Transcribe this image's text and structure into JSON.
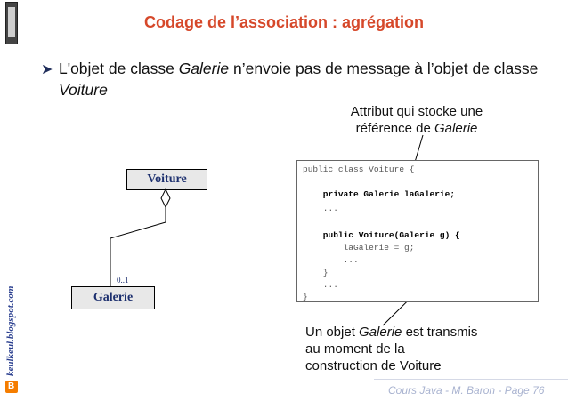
{
  "title": "Codage de l’association : agrégation",
  "sidebar": {
    "badge_icon": "cc-license-icon",
    "blog_text": "keulkeul.blogspot.com",
    "blog_icon": "blogger-icon"
  },
  "bullet": {
    "part1": "L'objet de classe ",
    "em1": "Galerie",
    "part2": " n’envoie pas de message à l’objet de classe ",
    "em2": "Voiture"
  },
  "uml": {
    "class_top": "Voiture",
    "class_bottom": "Galerie",
    "multiplicity": "0..1"
  },
  "annotations": {
    "top_line1": "Attribut qui stocke une",
    "top_line2_part": "référence de ",
    "top_line2_em": "Galerie",
    "bottom_part1": "Un objet ",
    "bottom_em": "Galerie",
    "bottom_part2": " est transmis",
    "bottom_line2": "au moment de la",
    "bottom_line3": "construction de Voiture"
  },
  "code": [
    "public class Voiture {",
    "",
    "    private Galerie laGalerie;",
    "    ...",
    "",
    "    public Voiture(Galerie g) {",
    "        laGalerie = g;",
    "        ...",
    "    }",
    "    ...",
    "}"
  ],
  "footer": "Cours Java - M. Baron - Page 76",
  "colors": {
    "title": "#d6482a",
    "uml_text": "#1c2f6e",
    "footer": "#a9b3d0"
  }
}
